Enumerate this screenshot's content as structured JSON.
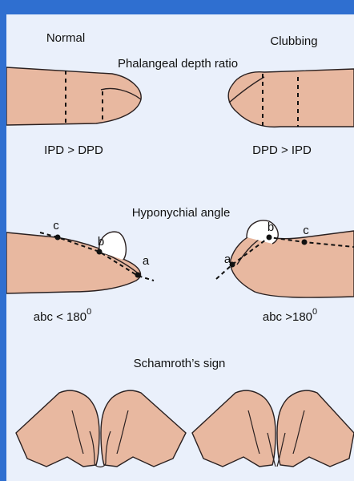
{
  "columns": {
    "left": "Normal",
    "right": "Clubbing"
  },
  "sections": {
    "depth_ratio": {
      "title": "Phalangeal depth ratio",
      "left_label": "IPD > DPD",
      "right_label": "DPD > IPD"
    },
    "hyponychial": {
      "title": "Hyponychial angle",
      "left_label": "abc < 180",
      "left_sup": "0",
      "right_label": "abc >180",
      "right_sup": "0",
      "points": {
        "a": "a",
        "b": "b",
        "c": "c"
      }
    },
    "schamroth": {
      "title": "Schamroth’s sign"
    }
  },
  "colors": {
    "skin": "#e8b8a0",
    "outline": "#2a2020",
    "panel": "#eaf0fb",
    "frame": "#2f6fd0"
  }
}
